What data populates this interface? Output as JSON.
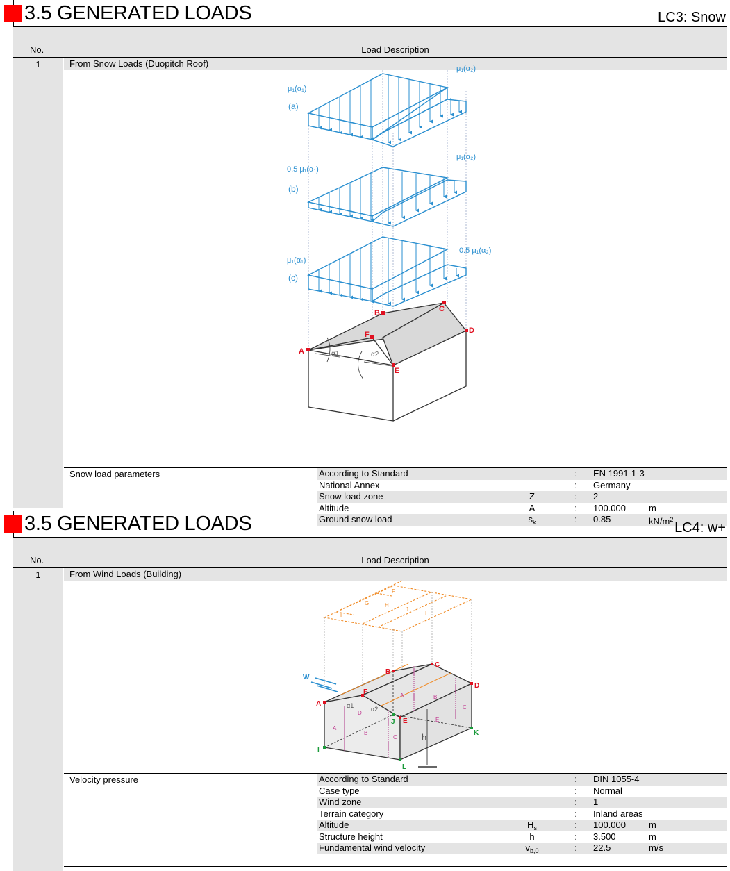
{
  "sections": [
    {
      "title": "3.5 GENERATED LOADS",
      "load_case": "LC3: Snow",
      "header": {
        "no": "No.",
        "description": "Load Description"
      },
      "row": {
        "no": "1",
        "title": "From Snow Loads (Duopitch Roof)",
        "figure": {
          "cases": [
            {
              "id": "(a)",
              "left_label": "μ₁(α₁)",
              "right_label": "μ₁(α₂)"
            },
            {
              "id": "(b)",
              "left_label": "0.5 μ₁(α₁)",
              "right_label": "μ₁(α₂)"
            },
            {
              "id": "(c)",
              "left_label": "μ₁(α₁)",
              "right_label": "0.5 μ₁(α₂)"
            }
          ],
          "points": [
            "A",
            "B",
            "C",
            "D",
            "E",
            "F"
          ],
          "angles": [
            "α1",
            "α2"
          ]
        },
        "params_label": "Snow load parameters",
        "params": [
          {
            "name": "According to Standard",
            "symbol": "",
            "value": "EN 1991-1-3",
            "unit": ""
          },
          {
            "name": "National Annex",
            "symbol": "",
            "value": "Germany",
            "unit": ""
          },
          {
            "name": "Snow load zone",
            "symbol": "Z",
            "value": "2",
            "unit": ""
          },
          {
            "name": "Altitude",
            "symbol": "A",
            "value": "100.000",
            "unit": "m"
          },
          {
            "name": "Ground snow load",
            "symbol": "s",
            "symbol_sub": "k",
            "value": "0.85",
            "unit": "kN/m",
            "unit_sup": "2"
          }
        ]
      }
    },
    {
      "title": "3.5 GENERATED LOADS",
      "load_case": "LC4: w+",
      "header": {
        "no": "No.",
        "description": "Load Description"
      },
      "row": {
        "no": "1",
        "title": "From Wind Loads (Building)",
        "figure": {
          "wind_label": "W",
          "roof_zones": [
            "F",
            "G",
            "H",
            "J",
            "I",
            "F"
          ],
          "wall_zones": [
            "A",
            "B",
            "C",
            "D",
            "E"
          ],
          "points_red": [
            "A",
            "B",
            "C",
            "D",
            "E",
            "F"
          ],
          "points_green": [
            "I",
            "J",
            "K",
            "L"
          ],
          "height_label": "h",
          "angles": [
            "α1",
            "α2"
          ]
        },
        "params_label": "Velocity pressure",
        "params": [
          {
            "name": "According to Standard",
            "symbol": "",
            "value": "DIN 1055-4",
            "unit": ""
          },
          {
            "name": "Case type",
            "symbol": "",
            "value": "Normal",
            "unit": ""
          },
          {
            "name": "Wind zone",
            "symbol": "",
            "value": "1",
            "unit": ""
          },
          {
            "name": "Terrain category",
            "symbol": "",
            "value": "Inland areas",
            "unit": ""
          },
          {
            "name": "Altitude",
            "symbol": "H",
            "symbol_sub": "s",
            "value": "100.000",
            "unit": "m"
          },
          {
            "name": "Structure height",
            "symbol": "h",
            "value": "3.500",
            "unit": "m"
          },
          {
            "name": "Fundamental wind velocity",
            "symbol": "v",
            "symbol_sub": "b,0",
            "value": "22.5",
            "unit": "m/s"
          }
        ]
      }
    }
  ],
  "colors": {
    "accent_red": "#ff0000",
    "header_gray": "#e4e4e4",
    "snow_blue": "#2a8fd0",
    "wind_orange": "#f08a24",
    "point_red": "#e01020",
    "point_green": "#1a9a3a"
  }
}
